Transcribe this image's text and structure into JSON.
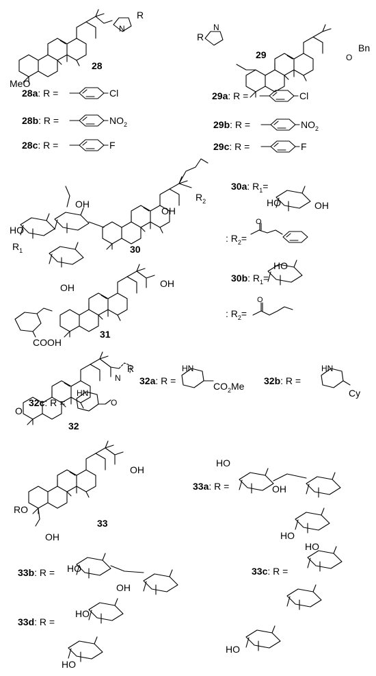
{
  "compounds": {
    "c28": {
      "num": "28",
      "sub_a": "28a",
      "sub_b": "28b",
      "sub_c": "28c",
      "atom_meo": "MeO",
      "atom_r": "R",
      "atom_n": "N"
    },
    "c29": {
      "num": "29",
      "sub_a": "29a",
      "sub_b": "29b",
      "sub_c": "29c",
      "atom_bn": "Bn",
      "atom_o": "O",
      "atom_r": "R",
      "atom_n": "N"
    },
    "c30": {
      "num": "30",
      "sub_a": "30a",
      "sub_b": "30b",
      "r1": "R",
      "r1_sub": "1",
      "r2": "R",
      "r2_sub": "2",
      "atom_oh": "OH",
      "atom_ho": "HO",
      "atom_o": "O"
    },
    "c31": {
      "num": "31",
      "atom_cooh": "COOH",
      "atom_oh": "OH",
      "atom_o": "O"
    },
    "c32": {
      "num": "32",
      "sub_a": "32a",
      "sub_b": "32b",
      "sub_c": "32c",
      "atom_r": "R",
      "atom_n": "N",
      "atom_hn": "HN",
      "atom_co2me": "CO",
      "co2me_sub": "2",
      "co2me_tail": "Me",
      "atom_cy": "Cy",
      "atom_o": "O"
    },
    "c33": {
      "num": "33",
      "sub_a": "33a",
      "sub_b": "33b",
      "sub_c": "33c",
      "sub_d": "33d",
      "atom_ro": "RO",
      "atom_oh": "OH",
      "atom_ho": "HO",
      "atom_o": "O"
    }
  },
  "labels": {
    "r_eq": ": R =",
    "r_eq2": ": R =",
    "r1_eq": ": R",
    "r2_eq": ": R",
    "eq": "="
  },
  "substituents": {
    "cl": "Cl",
    "no2": "NO",
    "no2_sub": "2",
    "f": "F"
  }
}
